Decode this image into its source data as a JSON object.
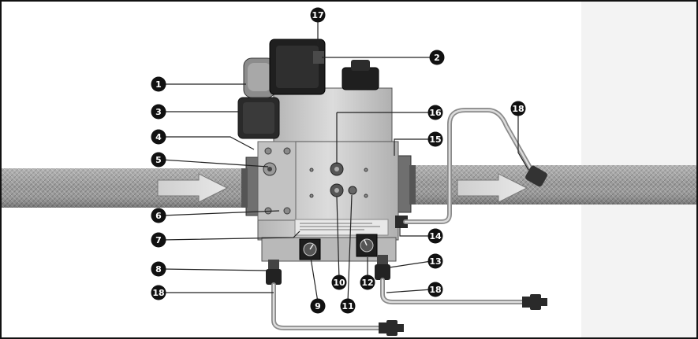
{
  "colors": {
    "background": "#ffffff",
    "callout_fill": "#111111",
    "callout_text": "#ffffff",
    "pipe": "#8f8f8f",
    "valve_body": "#c9c9c9",
    "solenoid": "#2a2a2a",
    "leader": "#222222"
  },
  "callouts": [
    {
      "id": "c17",
      "label": "17"
    },
    {
      "id": "c2",
      "label": "2"
    },
    {
      "id": "c1",
      "label": "1"
    },
    {
      "id": "c3",
      "label": "3"
    },
    {
      "id": "c16",
      "label": "16"
    },
    {
      "id": "c18a",
      "label": "18"
    },
    {
      "id": "c4",
      "label": "4"
    },
    {
      "id": "c15",
      "label": "15"
    },
    {
      "id": "c5",
      "label": "5"
    },
    {
      "id": "c6",
      "label": "6"
    },
    {
      "id": "c14",
      "label": "14"
    },
    {
      "id": "c7",
      "label": "7"
    },
    {
      "id": "c8",
      "label": "8"
    },
    {
      "id": "c13",
      "label": "13"
    },
    {
      "id": "c18b",
      "label": "18"
    },
    {
      "id": "c12",
      "label": "12"
    },
    {
      "id": "c18c",
      "label": "18"
    },
    {
      "id": "c9",
      "label": "9"
    },
    {
      "id": "c10",
      "label": "10"
    },
    {
      "id": "c11",
      "label": "11"
    }
  ]
}
